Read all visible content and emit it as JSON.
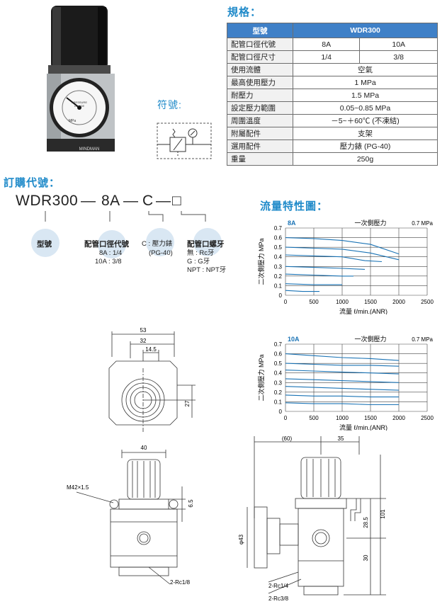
{
  "spec_title": "規格：",
  "symbol_label": "符號:",
  "order_title": "訂購代號：",
  "flow_title": "流量特性圖：",
  "spec_table": {
    "header": [
      "型號",
      "WDR300"
    ],
    "rows": [
      {
        "label": "配管口徑代號",
        "values": [
          "8A",
          "10A"
        ]
      },
      {
        "label": "配管口徑尺寸",
        "values": [
          "1/4",
          "3/8"
        ]
      },
      {
        "label": "使用流體",
        "values": [
          "空氣"
        ]
      },
      {
        "label": "最高使用壓力",
        "values": [
          "1 MPa"
        ]
      },
      {
        "label": "耐壓力",
        "values": [
          "1.5 MPa"
        ]
      },
      {
        "label": "設定壓力範圍",
        "values": [
          "0.05~0.85 MPa"
        ]
      },
      {
        "label": "周圍溫度",
        "values": [
          "－5~＋60℃ (不凍結)"
        ]
      },
      {
        "label": "附屬配件",
        "values": [
          "支架"
        ]
      },
      {
        "label": "選用配件",
        "values": [
          "壓力錶 (PG-40)"
        ]
      },
      {
        "label": "重量",
        "values": [
          "250g"
        ]
      }
    ]
  },
  "order_code": {
    "parts": [
      "WDR300",
      "8A",
      "C"
    ],
    "dash": "—",
    "box": "□",
    "labels": {
      "model": "型號",
      "port_code_title": "配管口徑代號",
      "port_code_lines": [
        "8A : 1/4",
        "10A : 3/8"
      ],
      "gauge_lines": [
        "C : 壓力錶",
        "(PG-40)"
      ],
      "thread_title": "配管口螺牙",
      "thread_lines": [
        "無 : Rc牙",
        "G : G牙",
        "NPT : NPT牙"
      ]
    }
  },
  "product_photo": {
    "dial_labels": [
      "PRESSURE",
      "GAUGE",
      "MPa"
    ],
    "brand": "MINDMAN"
  },
  "chart_data": [
    {
      "type": "line",
      "title": "一次側壓力",
      "corner_label": "8A",
      "unit_label": "0.7 MPa",
      "ylabel": "二次側壓力  MPa",
      "xlabel": "流量  ℓ/min.(ANR)",
      "xlim": [
        0,
        2500
      ],
      "ylim": [
        0,
        0.7
      ],
      "xticks": [
        "0",
        "500",
        "1000",
        "1500",
        "2000",
        "2500"
      ],
      "yticks": [
        "0",
        "0.1",
        "0.2",
        "0.3",
        "0.4",
        "0.5",
        "0.6",
        "0.7"
      ],
      "series": [
        {
          "values": [
            [
              0,
              0.6
            ],
            [
              500,
              0.59
            ],
            [
              1000,
              0.57
            ],
            [
              1500,
              0.53
            ],
            [
              2000,
              0.43
            ]
          ]
        },
        {
          "values": [
            [
              0,
              0.5
            ],
            [
              500,
              0.49
            ],
            [
              1000,
              0.48
            ],
            [
              1500,
              0.44
            ],
            [
              2000,
              0.37
            ]
          ]
        },
        {
          "values": [
            [
              0,
              0.42
            ],
            [
              500,
              0.41
            ],
            [
              1000,
              0.4
            ],
            [
              1400,
              0.36
            ],
            [
              1700,
              0.35
            ]
          ]
        },
        {
          "values": [
            [
              0,
              0.3
            ],
            [
              500,
              0.29
            ],
            [
              1000,
              0.28
            ],
            [
              1400,
              0.27
            ]
          ]
        },
        {
          "values": [
            [
              0,
              0.22
            ],
            [
              500,
              0.21
            ],
            [
              1000,
              0.2
            ],
            [
              1200,
              0.2
            ]
          ]
        },
        {
          "values": [
            [
              0,
              0.12
            ],
            [
              500,
              0.11
            ],
            [
              1000,
              0.11
            ]
          ]
        },
        {
          "values": [
            [
              0,
              0.05
            ],
            [
              300,
              0.04
            ],
            [
              600,
              0.04
            ]
          ]
        }
      ]
    },
    {
      "type": "line",
      "title": "一次側壓力",
      "corner_label": "10A",
      "unit_label": "0.7 MPa",
      "ylabel": "二次側壓力  MPa",
      "xlabel": "流量  ℓ/min.(ANR)",
      "xlim": [
        0,
        2500
      ],
      "ylim": [
        0,
        0.7
      ],
      "xticks": [
        "0",
        "500",
        "1000",
        "1500",
        "2000",
        "2500"
      ],
      "yticks": [
        "0",
        "0.1",
        "0.2",
        "0.3",
        "0.4",
        "0.5",
        "0.6",
        "0.7"
      ],
      "series": [
        {
          "values": [
            [
              0,
              0.6
            ],
            [
              500,
              0.58
            ],
            [
              1000,
              0.56
            ],
            [
              1500,
              0.55
            ],
            [
              2000,
              0.53
            ]
          ]
        },
        {
          "values": [
            [
              0,
              0.5
            ],
            [
              500,
              0.49
            ],
            [
              1000,
              0.48
            ],
            [
              1500,
              0.48
            ],
            [
              2000,
              0.47
            ]
          ]
        },
        {
          "values": [
            [
              0,
              0.43
            ],
            [
              500,
              0.42
            ],
            [
              1000,
              0.41
            ],
            [
              1500,
              0.4
            ],
            [
              2000,
              0.39
            ]
          ]
        },
        {
          "values": [
            [
              0,
              0.34
            ],
            [
              500,
              0.33
            ],
            [
              1000,
              0.32
            ],
            [
              1500,
              0.31
            ],
            [
              2000,
              0.3
            ]
          ]
        },
        {
          "values": [
            [
              0,
              0.26
            ],
            [
              500,
              0.25
            ],
            [
              1000,
              0.24
            ],
            [
              1500,
              0.23
            ],
            [
              2000,
              0.22
            ]
          ]
        },
        {
          "values": [
            [
              0,
              0.17
            ],
            [
              500,
              0.16
            ],
            [
              1000,
              0.16
            ],
            [
              1500,
              0.15
            ],
            [
              2000,
              0.15
            ]
          ]
        },
        {
          "values": [
            [
              0,
              0.09
            ],
            [
              500,
              0.08
            ],
            [
              1000,
              0.08
            ],
            [
              1500,
              0.07
            ],
            [
              2000,
              0.07
            ]
          ]
        }
      ]
    }
  ],
  "dimensions": {
    "front": [
      "53",
      "32",
      "14.5",
      "27"
    ],
    "side": [
      "40",
      "M42×1.5",
      "6.5",
      "2-Rc1/8"
    ],
    "right": [
      "(60)",
      "35",
      "101",
      "28.5",
      "30",
      "φ43",
      "2-Rc1/4",
      "2-Rc3/8"
    ]
  },
  "colors": {
    "accent": "#1f8ac9",
    "table_head": "#3f80c7",
    "curve": "#1a73b5",
    "bubble": "#d9e7f3"
  }
}
